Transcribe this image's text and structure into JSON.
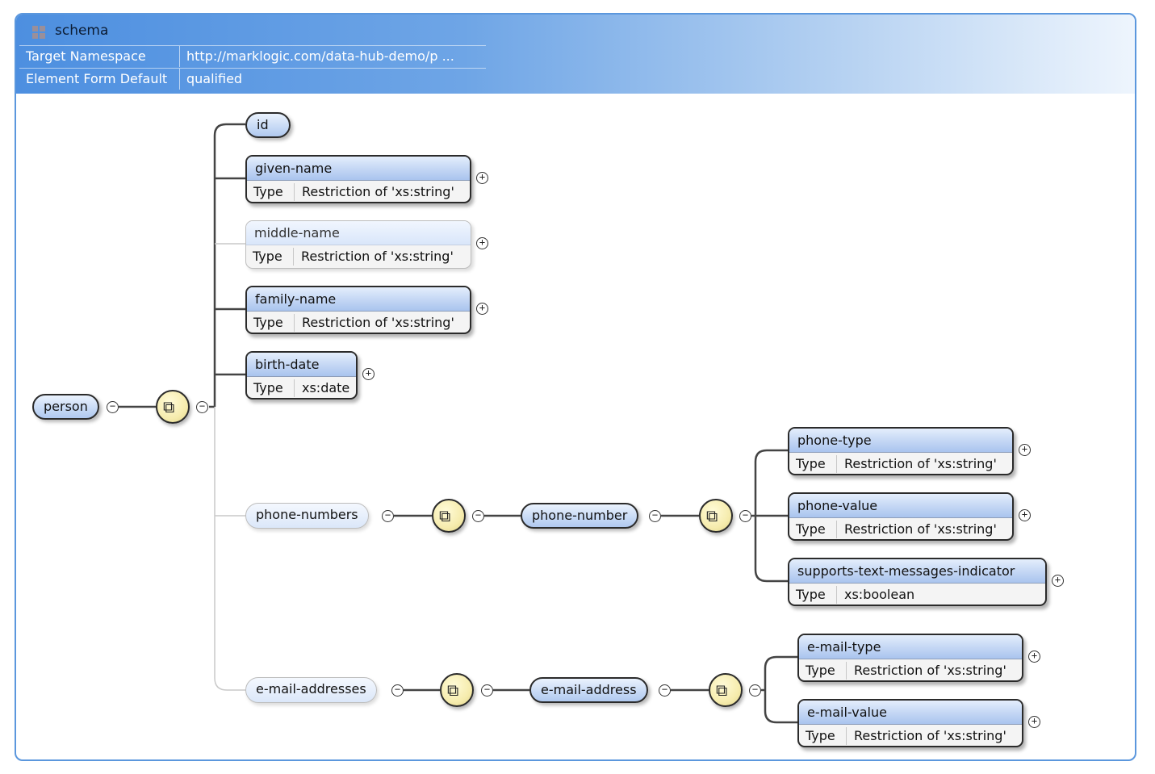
{
  "schema": {
    "title": "schema",
    "icon": "grid-icon",
    "rows": [
      {
        "label": "Target Namespace",
        "value": "http://marklogic.com/data-hub-demo/p ..."
      },
      {
        "label": "Element Form Default",
        "value": "qualified"
      }
    ]
  },
  "root": {
    "name": "person"
  },
  "type_label": "Type",
  "elements": {
    "id": {
      "name": "id"
    },
    "given_name": {
      "name": "given-name",
      "type": "Restriction of 'xs:string'"
    },
    "middle_name": {
      "name": "middle-name",
      "type": "Restriction of 'xs:string'"
    },
    "family_name": {
      "name": "family-name",
      "type": "Restriction of 'xs:string'"
    },
    "birth_date": {
      "name": "birth-date",
      "type": "xs:date"
    },
    "phone_numbers": {
      "name": "phone-numbers"
    },
    "phone_number": {
      "name": "phone-number"
    },
    "phone_type": {
      "name": "phone-type",
      "type": "Restriction of 'xs:string'"
    },
    "phone_value": {
      "name": "phone-value",
      "type": "Restriction of 'xs:string'"
    },
    "supports_text": {
      "name": "supports-text-messages-indicator",
      "type": "xs:boolean"
    },
    "email_addresses": {
      "name": "e-mail-addresses"
    },
    "email_address": {
      "name": "e-mail-address"
    },
    "email_type": {
      "name": "e-mail-type",
      "type": "Restriction of 'xs:string'"
    },
    "email_value": {
      "name": "e-mail-value",
      "type": "Restriction of 'xs:string'"
    }
  },
  "icons": {
    "sequence": "sequence-compositor-icon",
    "collapse": "collapse-icon",
    "expand": "expand-icon"
  },
  "colors": {
    "header_blue": "#4d8fe0",
    "node_fill": "#c3d6f4",
    "compositor_fill": "#f6ecae"
  }
}
